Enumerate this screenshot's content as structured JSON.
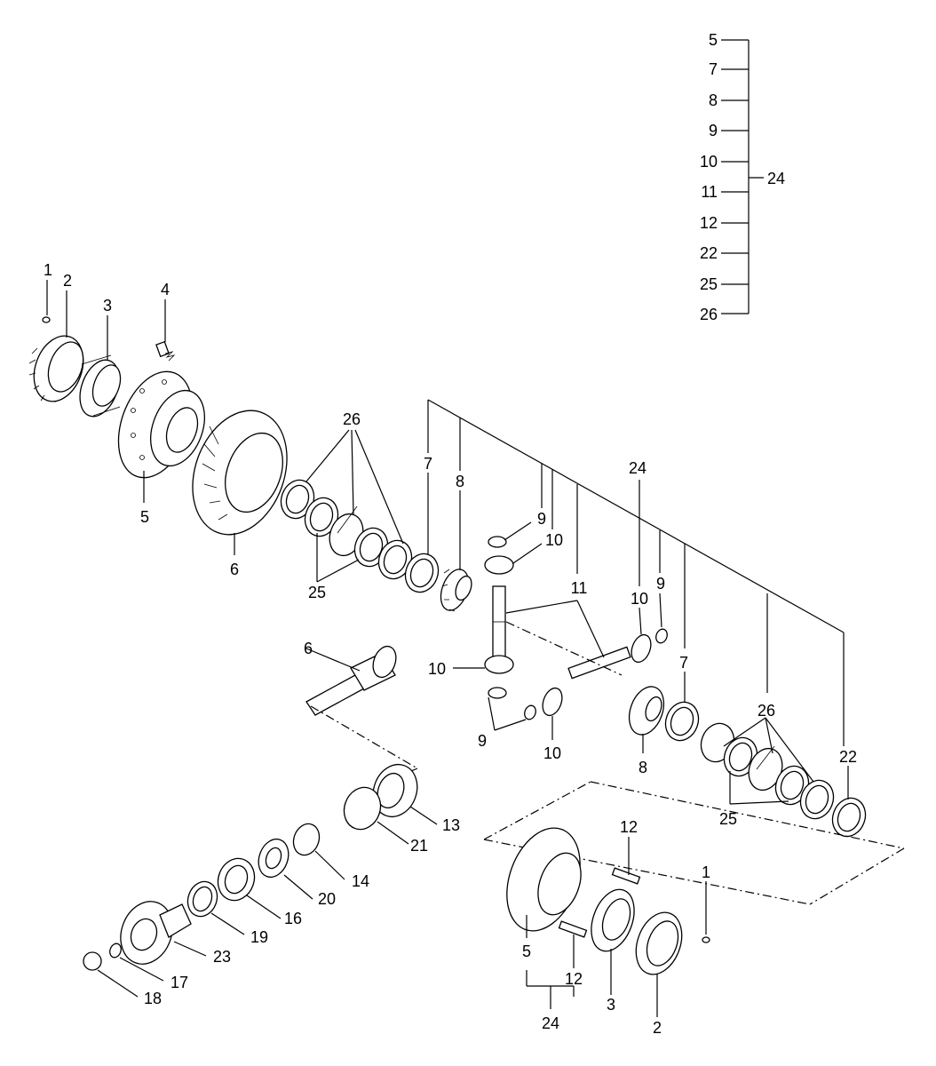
{
  "callout_labels": {
    "top_left_1": "1",
    "top_left_2": "2",
    "top_left_3": "3",
    "top_left_4": "4",
    "top_left_5": "5",
    "top_left_6": "6",
    "top_26": "26",
    "top_25": "25",
    "top_7": "7",
    "top_8": "8",
    "mid_9a": "9",
    "mid_10a": "10",
    "mid_11": "11",
    "mid_24": "24",
    "mid_10b": "10",
    "mid_9b": "9",
    "mid_7b": "7",
    "pinion_6": "6",
    "mid_10c": "10",
    "mid_9c": "9",
    "mid_10d": "10",
    "mid_8b": "8",
    "right_26": "26",
    "right_22": "22",
    "right_25": "25",
    "lower_13": "13",
    "lower_21": "21",
    "lower_14": "14",
    "lower_20": "20",
    "lower_16": "16",
    "lower_19": "19",
    "lower_23": "23",
    "lower_17": "17",
    "lower_18": "18",
    "br_12a": "12",
    "br_1": "1",
    "br_5": "5",
    "br_12b": "12",
    "br_3": "3",
    "br_2": "2",
    "br_24": "24"
  },
  "kit_legend": {
    "items": [
      "5",
      "7",
      "8",
      "9",
      "10",
      "11",
      "12",
      "22",
      "25",
      "26"
    ],
    "kit_label": "24"
  }
}
